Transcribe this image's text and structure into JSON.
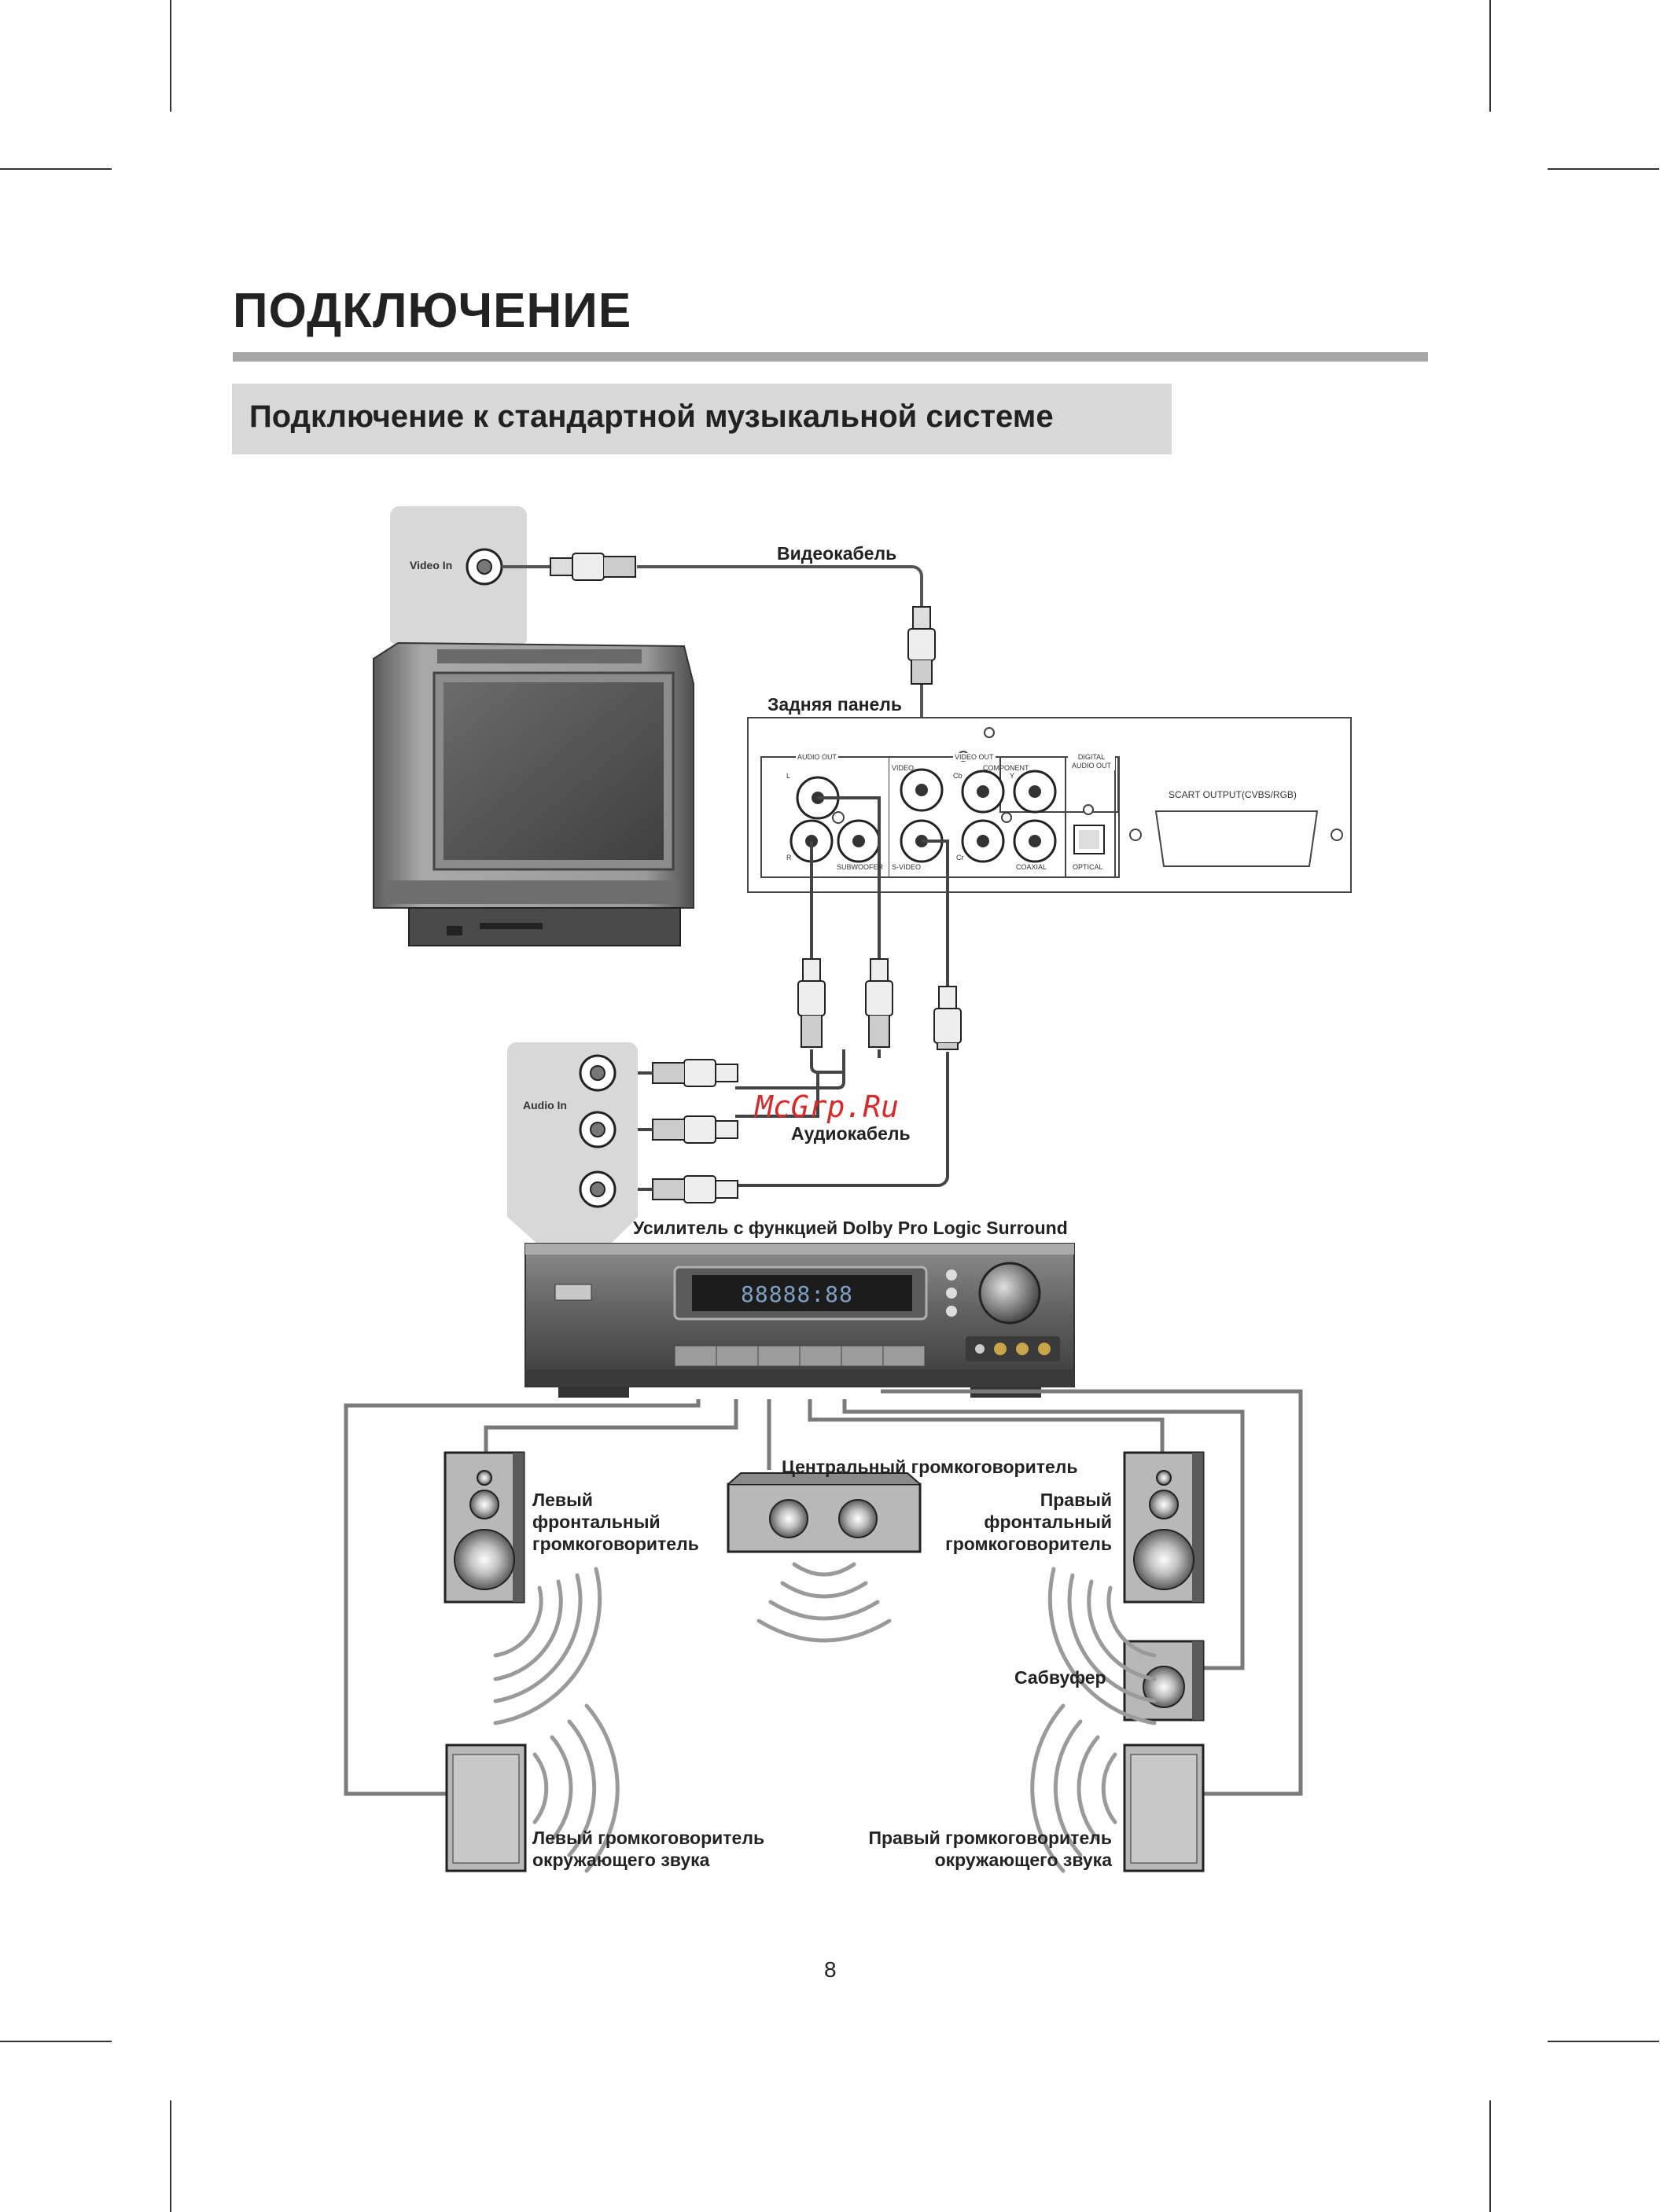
{
  "page": {
    "title": "ПОДКЛЮЧЕНИЕ",
    "section_title": "Подключение к стандартной музыкальной системе",
    "page_number": "8",
    "watermark": "McGrp.Ru"
  },
  "diagram": {
    "tv": {
      "port_label": "Video In"
    },
    "video_cable_label": "Видеокабель",
    "rear_panel": {
      "label": "Задняя панель",
      "audio_out": "AUDIO OUT",
      "audio_l": "L",
      "audio_r": "R",
      "subwoofer": "SUBWOOFER",
      "video_out": "VIDEO OUT",
      "video": "VIDEO",
      "component": "COMPONENT",
      "cb": "Cb",
      "y": "Y",
      "cr": "Cr",
      "s_video": "S-VIDEO",
      "digital_audio_out": "DIGITAL AUDIO OUT",
      "coaxial": "COAXIAL",
      "optical": "OPTICAL",
      "scart": "SCART OUTPUT(CVBS/RGB)"
    },
    "audio_in_label": "Audio In",
    "audio_cable_label": "Аудиокабель",
    "amplifier_label": "Усилитель с функцией Dolby Pro Logic Surround",
    "amplifier_display": "88888:88",
    "speakers": {
      "center": "Центральный громкоговоритель",
      "front_left": [
        "Левый",
        "фронтальный",
        "громкоговоритель"
      ],
      "front_right": [
        "Правый",
        "фронтальный",
        "громкоговоритель"
      ],
      "subwoofer": "Сабвуфер",
      "surround_left": [
        "Левый громкоговоритель",
        "окружающего звука"
      ],
      "surround_right": [
        "Правый громкоговоритель",
        "окружающего звука"
      ]
    }
  }
}
